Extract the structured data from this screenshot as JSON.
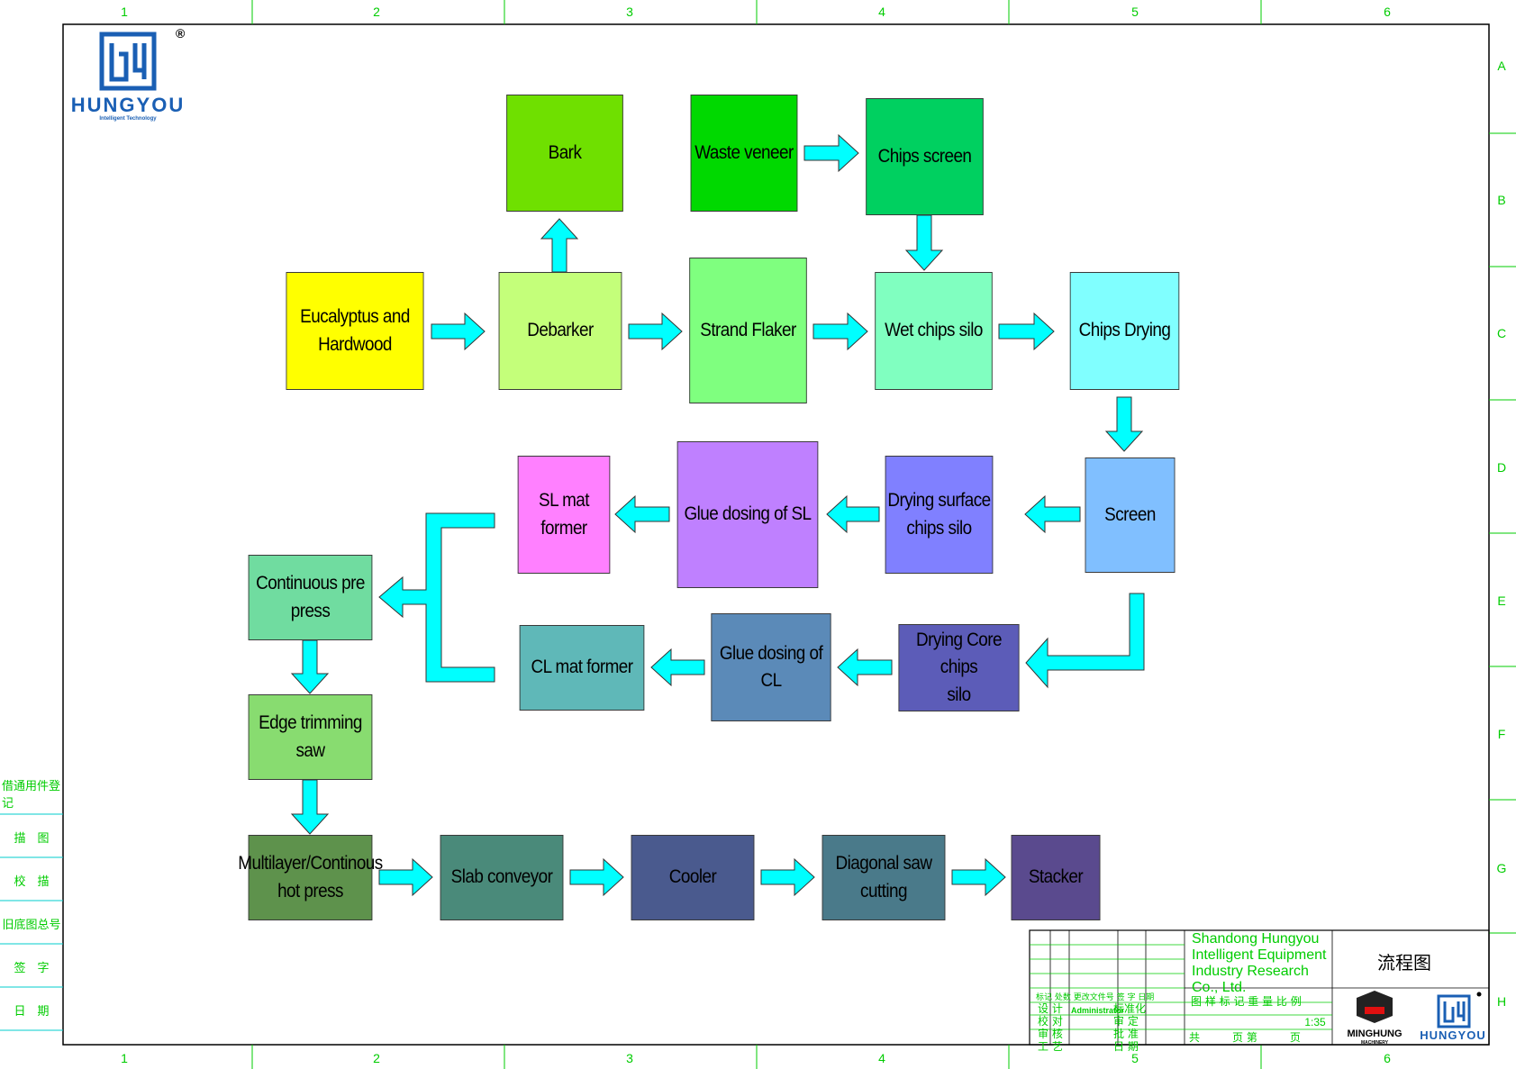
{
  "logo": {
    "brand": "HUNGYOU",
    "tagline": "Intelligent Technology",
    "registered": "®"
  },
  "grid": {
    "columns": [
      "1",
      "2",
      "3",
      "4",
      "5",
      "6"
    ],
    "rows": [
      "A",
      "B",
      "C",
      "D",
      "E",
      "F",
      "G",
      "H"
    ]
  },
  "boxes": [
    {
      "id": "bark",
      "text": "Bark",
      "color": "#6fe000"
    },
    {
      "id": "waste_veneer",
      "text": "Waste veneer",
      "color": "#00d900"
    },
    {
      "id": "chips_screen",
      "text": "Chips screen",
      "color": "#00d060"
    },
    {
      "id": "eucalyptus",
      "text": "Eucalyptus and\nHardwood",
      "color": "#ffff00"
    },
    {
      "id": "debarker",
      "text": "Debarker",
      "color": "#c4ff7a"
    },
    {
      "id": "strand_flaker",
      "text": "Strand Flaker",
      "color": "#7fff7f"
    },
    {
      "id": "wet_chips_silo",
      "text": "Wet chips silo",
      "color": "#80ffc0"
    },
    {
      "id": "chips_drying",
      "text": "Chips Drying",
      "color": "#80ffff"
    },
    {
      "id": "sl_mat_former",
      "text": "SL mat former",
      "color": "#ff80ff"
    },
    {
      "id": "glue_sl",
      "text": "Glue dosing of SL",
      "color": "#bf80ff"
    },
    {
      "id": "drying_surface",
      "text": "Drying surface\nchips silo",
      "color": "#8080ff"
    },
    {
      "id": "screen",
      "text": "Screen",
      "color": "#80bfff"
    },
    {
      "id": "continuous_pre_press",
      "text": "Continuous pre\npress",
      "color": "#70dca0"
    },
    {
      "id": "cl_mat_former",
      "text": "CL mat former",
      "color": "#5fb8b8"
    },
    {
      "id": "glue_cl",
      "text": "Glue dosing of CL",
      "color": "#5b8ab8"
    },
    {
      "id": "drying_core",
      "text": "Drying Core chips\nsilo",
      "color": "#5c5cb8"
    },
    {
      "id": "edge_trimming",
      "text": "Edge trimming\nsaw",
      "color": "#88dc70"
    },
    {
      "id": "hot_press",
      "text": "Multilayer/Continous\nhot press",
      "color": "#5e924c"
    },
    {
      "id": "slab_conveyor",
      "text": "Slab conveyor",
      "color": "#4a8a7a"
    },
    {
      "id": "cooler",
      "text": "Cooler",
      "color": "#4a5a8e"
    },
    {
      "id": "diagonal_saw",
      "text": "Diagonal saw\ncutting",
      "color": "#4a7a8a"
    },
    {
      "id": "stacker",
      "text": "Stacker",
      "color": "#5a4a8e"
    }
  ],
  "side_labels": [
    "借通用件登记",
    "描　图",
    "校　描",
    "旧底图总号",
    "签　字",
    "日　期"
  ],
  "title_block": {
    "company": "Shandong Hungyou\nIntelligent Equipment\nIndustry Research\nCo., Ltd.",
    "drawing_title": "流程图",
    "scale": "1:35",
    "row_headers": "标记 处数  更改文件号 签 字  日期",
    "labels_left": [
      "设 计",
      "校 对",
      "审 核",
      "工 艺"
    ],
    "designer": "Administrator",
    "labels_mid": [
      "标准化",
      "审 定",
      "批 准",
      "日 期"
    ],
    "labels_right": "图 样 标 记 重 量 比 例",
    "sheet_text": "共　　　页 第　　　页",
    "brand2": "MINGHUNG",
    "brand2_sub": "MACHINERY",
    "brand3": "HUNGYOU"
  },
  "colors": {
    "arrow": "#00ffff",
    "grid": "#00cc00",
    "frame": "#000000"
  }
}
